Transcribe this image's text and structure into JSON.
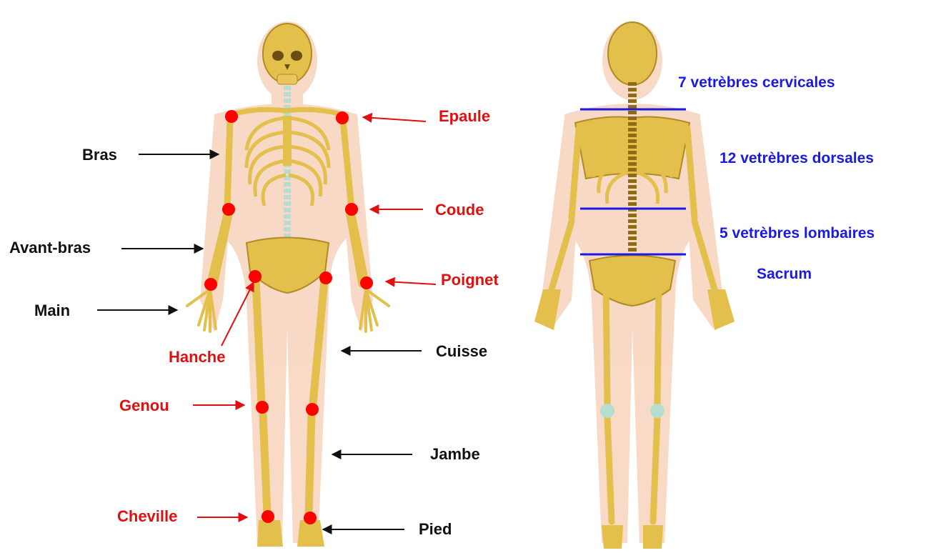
{
  "colors": {
    "black_label": "#111111",
    "red_label": "#e01010",
    "blue_label": "#1a1ae0",
    "joint_dot": "#ff0000",
    "bone": "#e3bf4c",
    "bone_dark": "#b08a22",
    "skin": "#f5c7ad",
    "cartilage": "#b6ddd2"
  },
  "front_view": {
    "black_labels": {
      "bras": "Bras",
      "avant_bras": "Avant-bras",
      "main": "Main",
      "cuisse": "Cuisse",
      "jambe": "Jambe",
      "pied": "Pied"
    },
    "red_labels": {
      "epaule": "Epaule",
      "coude": "Coude",
      "poignet": "Poignet",
      "hanche": "Hanche",
      "genou": "Genou",
      "cheville": "Cheville"
    }
  },
  "back_view": {
    "spine_labels": {
      "cervicales": "7 vetrèbres cervicales",
      "dorsales": "12 vetrèbres dorsales",
      "lombaires": "5 vetrèbres lombaires",
      "sacrum": "Sacrum"
    }
  }
}
